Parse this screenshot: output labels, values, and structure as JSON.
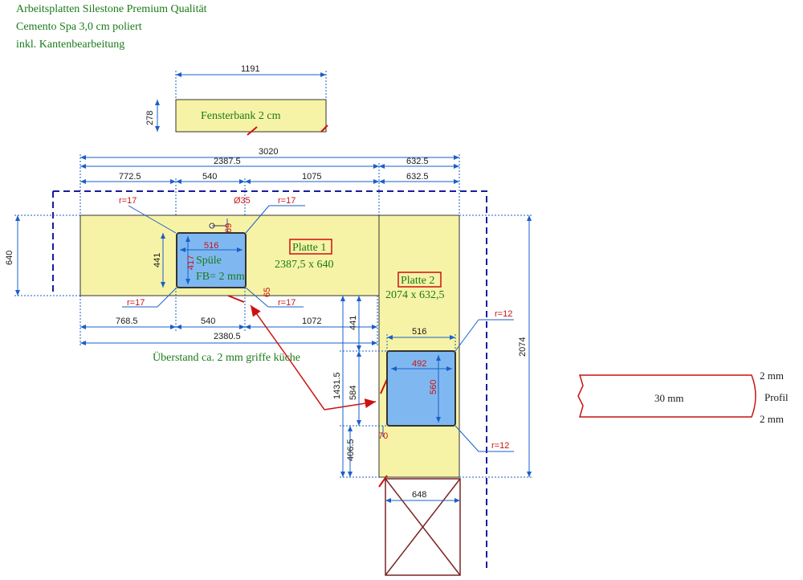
{
  "header": {
    "line1": "Arbeitsplatten Silestone Premium Qualität",
    "line2": "Cemento Spa 3,0 cm poliert",
    "line3": "inkl. Kantenbearbeitung"
  },
  "fensterbank": {
    "label": "Fensterbank 2 cm",
    "width": "1191",
    "depth": "278"
  },
  "top_dims": {
    "total": "3020",
    "p1_total": "2387.5",
    "right": "632.5",
    "seg_left": "772.5",
    "seg_mid": "540",
    "seg_right": "1075",
    "right2": "632.5"
  },
  "bottom_dims": {
    "seg_left": "768.5",
    "seg_mid": "540",
    "seg_right": "1072",
    "total": "2380.5"
  },
  "left_dims": {
    "height": "640"
  },
  "platte1": {
    "title": "Platte 1",
    "size": "2387,5 x 640"
  },
  "platte2": {
    "title": "Platte 2",
    "size": "2074 x 632,5"
  },
  "sink1": {
    "label1": "Spüle",
    "label2": "FB= 2 mm",
    "w_outer": "516",
    "h_outer": "441",
    "h_inner": "417",
    "hole": "Ø35",
    "dist": "69",
    "small": "65"
  },
  "sink2": {
    "w_outer": "516",
    "w_inner": "492",
    "h_inner": "560",
    "h_outer": "584",
    "offset": "441",
    "total_h": "1431.5",
    "bottom": "406.5",
    "gap": "70"
  },
  "radii": {
    "r17_a": "r=17",
    "r17_b": "r=17",
    "r17_c": "r=17",
    "r17_d": "r=17",
    "r12_a": "r=12",
    "r12_b": "r=12"
  },
  "right_dims": {
    "height": "2074"
  },
  "cabinet": {
    "width": "648"
  },
  "note": "Überstand ca. 2 mm griffe küche",
  "profil": {
    "thickness": "30 mm",
    "top": "2 mm",
    "label": "Profil",
    "bottom": "2 mm"
  },
  "colors": {
    "slab": "#f7f3a6",
    "sink": "#7fb8f0",
    "dim_line": "#1a5fc8",
    "red": "#cc1111",
    "green": "#1a7a1a",
    "cabinet": "#7a2323"
  }
}
